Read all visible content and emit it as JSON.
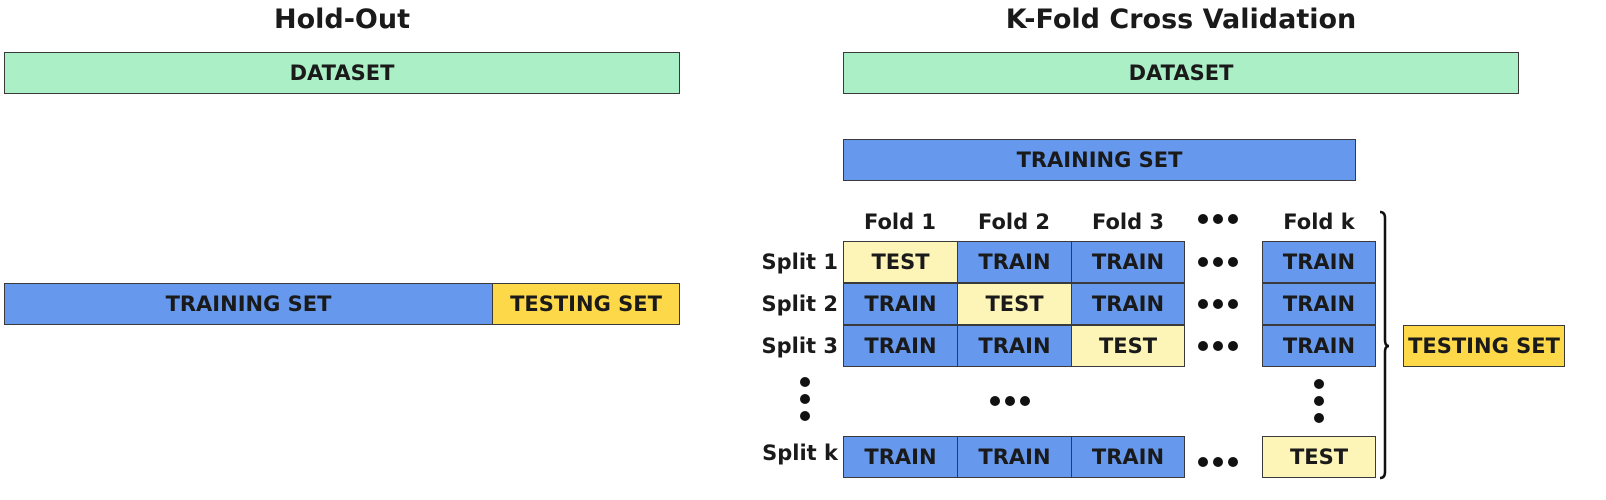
{
  "holdout": {
    "title": "Hold-Out",
    "dataset_label": "DATASET",
    "training_label": "TRAINING SET",
    "testing_label": "TESTING SET"
  },
  "kfold": {
    "title": "K-Fold Cross Validation",
    "dataset_label": "DATASET",
    "training_label": "TRAINING SET",
    "testing_label": "TESTING SET",
    "folds": [
      "Fold 1",
      "Fold 2",
      "Fold 3",
      "Fold k"
    ],
    "splits": [
      {
        "label": "Split 1",
        "cells": [
          "TEST",
          "TRAIN",
          "TRAIN",
          "TRAIN"
        ]
      },
      {
        "label": "Split 2",
        "cells": [
          "TRAIN",
          "TEST",
          "TRAIN",
          "TRAIN"
        ]
      },
      {
        "label": "Split 3",
        "cells": [
          "TRAIN",
          "TRAIN",
          "TEST",
          "TRAIN"
        ]
      },
      {
        "label": "Split k",
        "cells": [
          "TRAIN",
          "TRAIN",
          "TRAIN",
          "TEST"
        ]
      }
    ]
  },
  "colors": {
    "dataset": "#abefc6",
    "train": "#6699ee",
    "test_fold": "#fdf4b8",
    "testing_set": "#fdd94a"
  }
}
